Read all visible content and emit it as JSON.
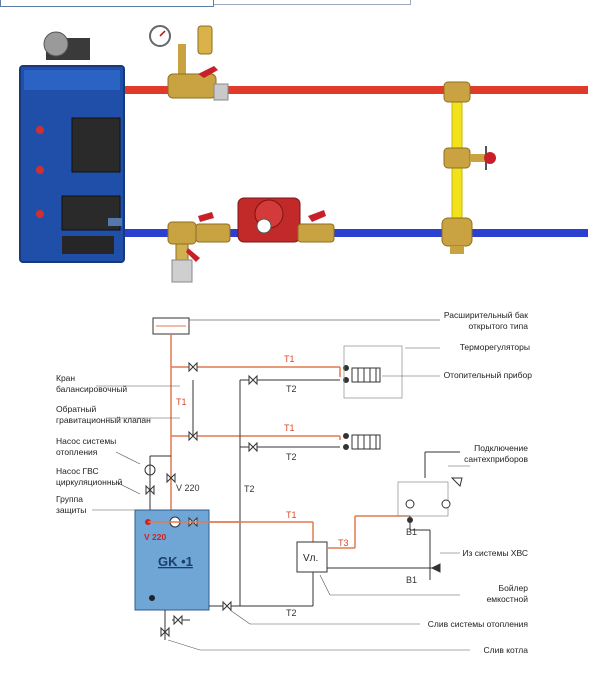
{
  "colors": {
    "supply": "#e03a2a",
    "return": "#2b3fd0",
    "bypass": "#f2e21c",
    "boiler_blue": "#1f4fa8",
    "schematic_boiler": "#6fa6d6",
    "schematic_line": "#333333",
    "hot_line": "#e07a50"
  },
  "labels": {
    "expansion_tank": [
      "Расширительный бак",
      "открытого типа"
    ],
    "thermo_regulators": "Терморегуляторы",
    "heating_device": "Отопительный прибор",
    "balancing_valve": [
      "Кран",
      "балансировочный"
    ],
    "gravity_valve": [
      "Обратный",
      "гравитационный клапан"
    ],
    "heating_pump": [
      "Насос системы",
      "отопления"
    ],
    "dhw_pump": [
      "Насос ГВС",
      "циркуляционный"
    ],
    "safety_group": [
      "Группа",
      "защиты"
    ],
    "fixtures": [
      "Подключение",
      "сантехприборов"
    ],
    "cold_water": "Из системы ХВС",
    "boiler_tank": [
      "Бойлер",
      "емкостной"
    ],
    "system_drain": "Слив системы отопления",
    "boiler_drain": "Слив котла"
  },
  "tags": {
    "t1": "Т1",
    "t2": "Т2",
    "t3": "Т3",
    "v220": "V 220",
    "v220_boiler": "V 220",
    "v1": "В1",
    "gk1": "GK •1",
    "vl": "Vл."
  }
}
